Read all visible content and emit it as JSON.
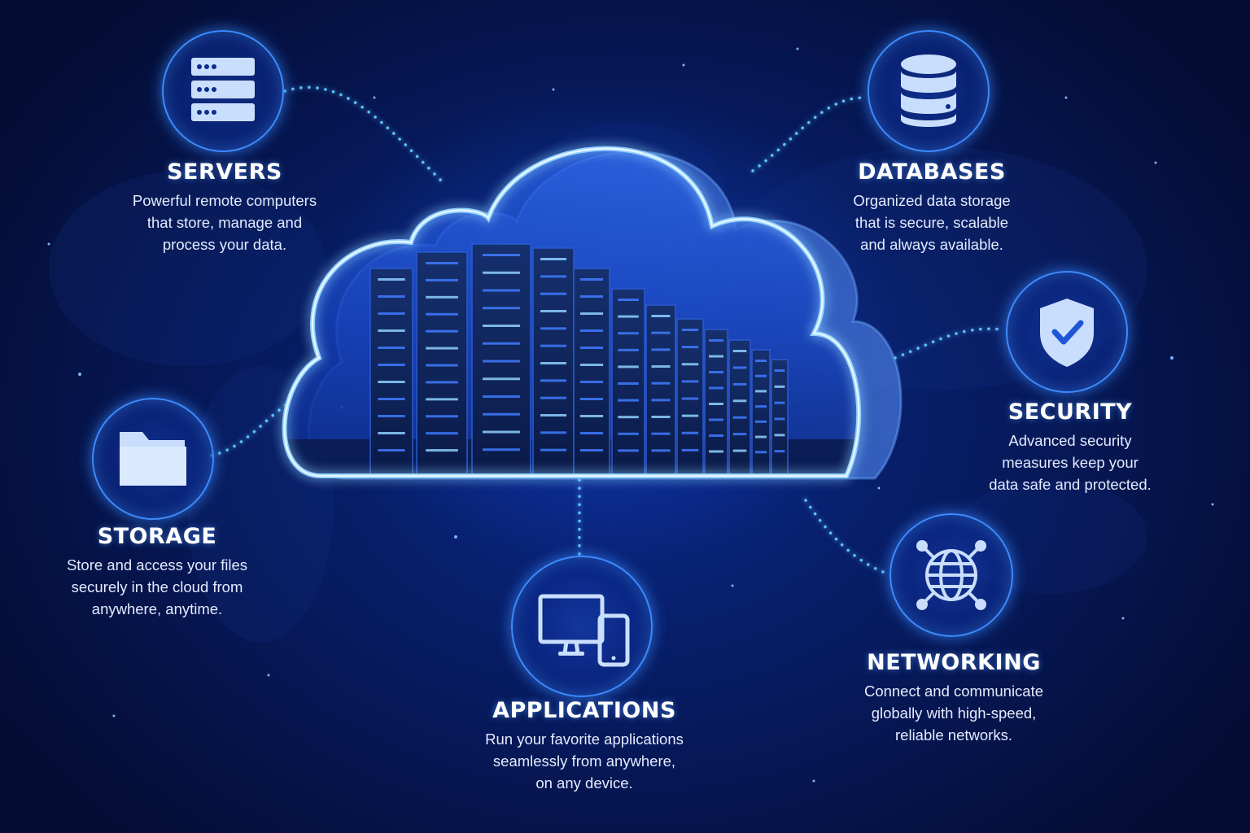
{
  "colors": {
    "background": "#061440",
    "accent": "#2f7bff",
    "glow": "#6fb6ff",
    "icon_fill": "#bcd8ff"
  },
  "features": {
    "servers": {
      "icon": "server-rack-icon",
      "title": "SERVERS",
      "desc": [
        "Powerful remote computers",
        "that store, manage and",
        "process your data."
      ]
    },
    "databases": {
      "icon": "database-icon",
      "title": "DATABASES",
      "desc": [
        "Organized data storage",
        "that is secure, scalable",
        "and always available."
      ]
    },
    "security": {
      "icon": "shield-check-icon",
      "title": "SECURITY",
      "desc": [
        "Advanced security",
        "measures keep your",
        "data safe and protected."
      ]
    },
    "storage": {
      "icon": "folder-icon",
      "title": "STORAGE",
      "desc": [
        "Store and access your files",
        "securely in the cloud from",
        "anywhere, anytime."
      ]
    },
    "applications": {
      "icon": "devices-icon",
      "title": "APPLICATIONS",
      "desc": [
        "Run your favorite applications",
        "seamlessly from anywhere,",
        "on any device."
      ]
    },
    "networking": {
      "icon": "globe-network-icon",
      "title": "NETWORKING",
      "desc": [
        "Connect and communicate",
        "globally with high-speed,",
        "reliable networks."
      ]
    }
  }
}
